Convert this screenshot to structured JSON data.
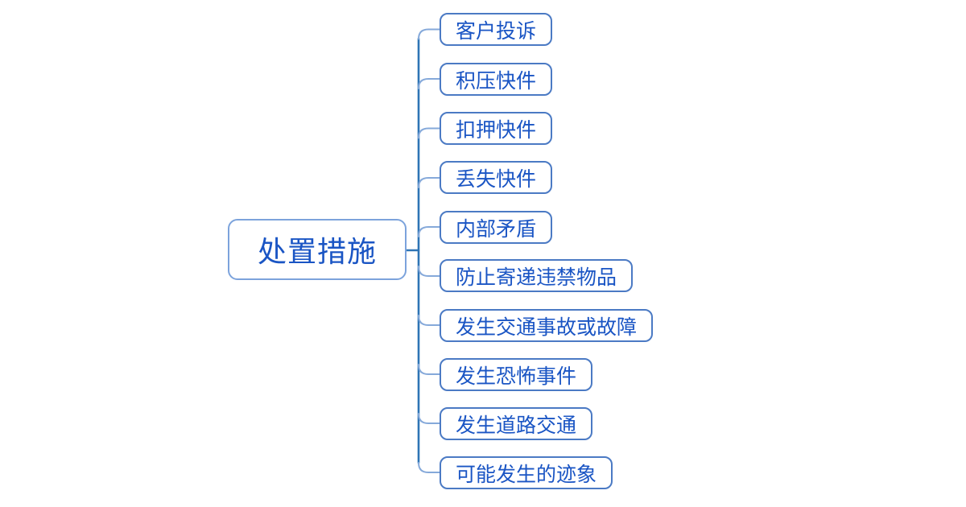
{
  "map": {
    "root": {
      "label": "处置措施"
    },
    "children": [
      {
        "label": "客户投诉"
      },
      {
        "label": "积压快件"
      },
      {
        "label": "扣押快件"
      },
      {
        "label": "丢失快件"
      },
      {
        "label": "内部矛盾"
      },
      {
        "label": "防止寄递违禁物品"
      },
      {
        "label": "发生交通事故或故障"
      },
      {
        "label": "发生恐怖事件"
      },
      {
        "label": "发生道路交通"
      },
      {
        "label": "可能发生的迹象"
      }
    ],
    "colors": {
      "background": "#ffffff",
      "root_text": "#1a55c4",
      "node_text": "#1a55c4",
      "root_border": "#7ca3dc",
      "node_border": "#4b7ac4",
      "spine": "#2e74b5",
      "branch": "#85a9da"
    }
  }
}
